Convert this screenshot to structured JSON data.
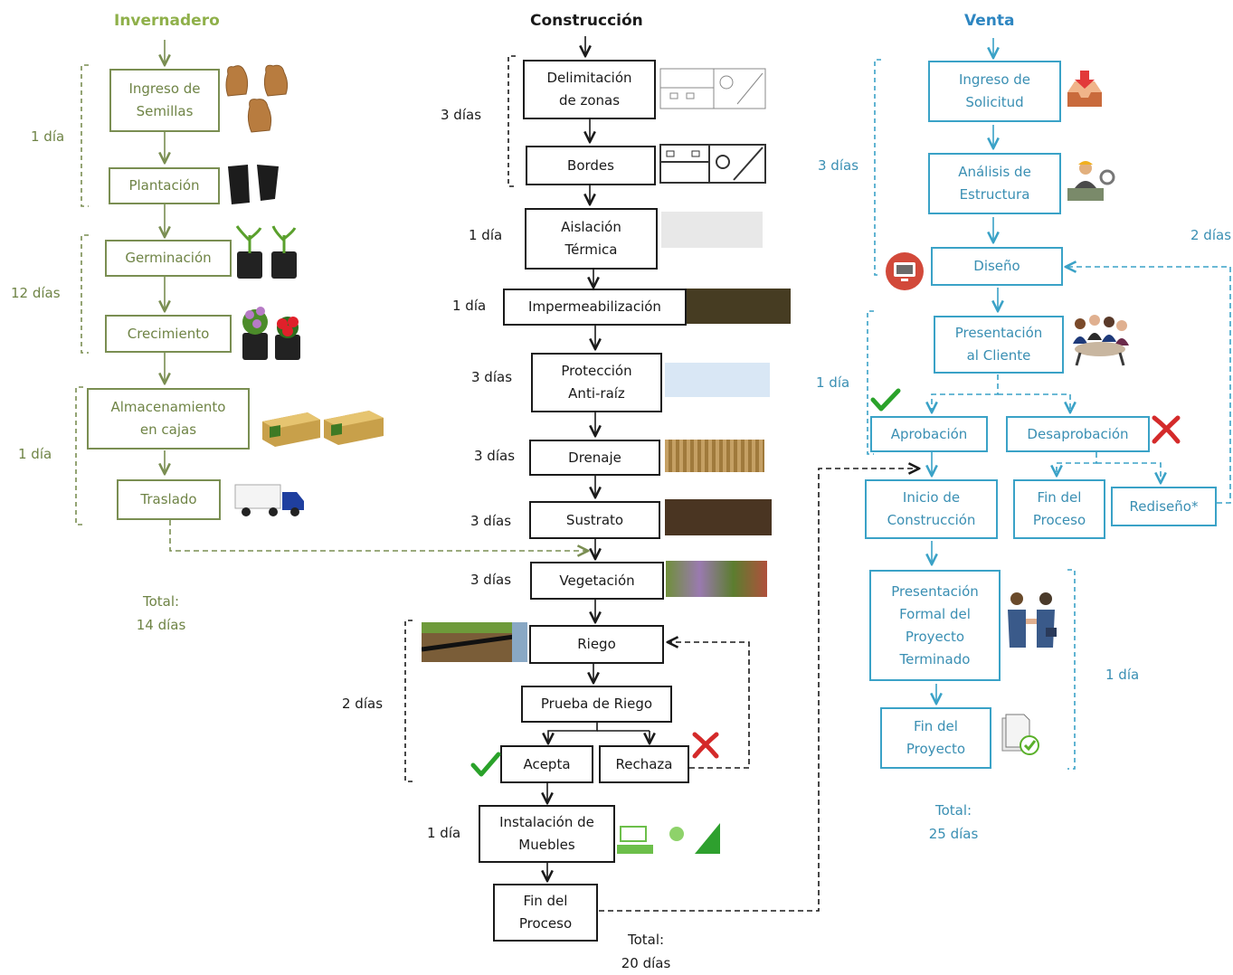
{
  "columns": {
    "invernadero": "Invernadero",
    "construccion": "Construcción",
    "venta": "Venta"
  },
  "invernadero": {
    "steps": {
      "ingreso": "Ingreso de\nSemillas",
      "plantacion": "Plantación",
      "germinacion": "Germinación",
      "crecimiento": "Crecimiento",
      "almacenamiento": "Almacenamiento\nen cajas",
      "traslado": "Traslado"
    },
    "durations": {
      "d1": "1 día",
      "d2": "12 días",
      "d3": "1 día"
    },
    "total": "Total:\n14 días"
  },
  "construccion": {
    "steps": {
      "delimitacion": "Delimitación\nde zonas",
      "bordes": "Bordes",
      "aislacion": "Aislación\nTérmica",
      "impermeabilizacion": "Impermeabilización",
      "proteccion": "Protección\nAnti-raíz",
      "drenaje": "Drenaje",
      "sustrato": "Sustrato",
      "vegetacion": "Vegetación",
      "riego": "Riego",
      "prueba": "Prueba de Riego",
      "acepta": "Acepta",
      "rechaza": "Rechaza",
      "instalacion": "Instalación de\nMuebles",
      "fin": "Fin del\nProceso"
    },
    "durations": {
      "delimitacion": "3 días",
      "aislacion": "1 día",
      "impermeabilizacion": "1 día",
      "proteccion": "3 días",
      "drenaje": "3 días",
      "sustrato": "3 días",
      "vegetacion": "3 días",
      "riego": "2 días",
      "instalacion": "1 día"
    },
    "total": "Total:\n20 días"
  },
  "venta": {
    "steps": {
      "ingreso": "Ingreso de\nSolicitud",
      "analisis": "Análisis de\nEstructura",
      "diseno": "Diseño",
      "presentacion": "Presentación\nal Cliente",
      "aprobacion": "Aprobación",
      "desaprobacion": "Desaprobación",
      "inicio": "Inicio de\nConstrucción",
      "fin_proceso": "Fin del\nProceso",
      "rediseno": "Rediseño*",
      "presentacion_formal": "Presentación\nFormal del\nProyecto\nTerminado",
      "fin_proyecto": "Fin del\nProyecto"
    },
    "durations": {
      "d1": "3 días",
      "d2": "2 días",
      "d3": "1 día",
      "d4": "1 día"
    },
    "total": "Total:\n25 días"
  },
  "colors": {
    "invernadero": "#7a8e52",
    "construccion": "#1a1a1a",
    "venta": "#3aa2c7",
    "check": "#2aa22a",
    "cross": "#d42a2a"
  },
  "icons": [
    "seed-sack-icon",
    "plant-pot-icon",
    "sprout-icon",
    "flower-icon",
    "crate-icon",
    "truck-icon",
    "inbox-download-icon",
    "engineer-icon",
    "monitor-icon",
    "meeting-icon",
    "handshake-icon",
    "document-check-icon",
    "check-icon",
    "cross-icon"
  ]
}
